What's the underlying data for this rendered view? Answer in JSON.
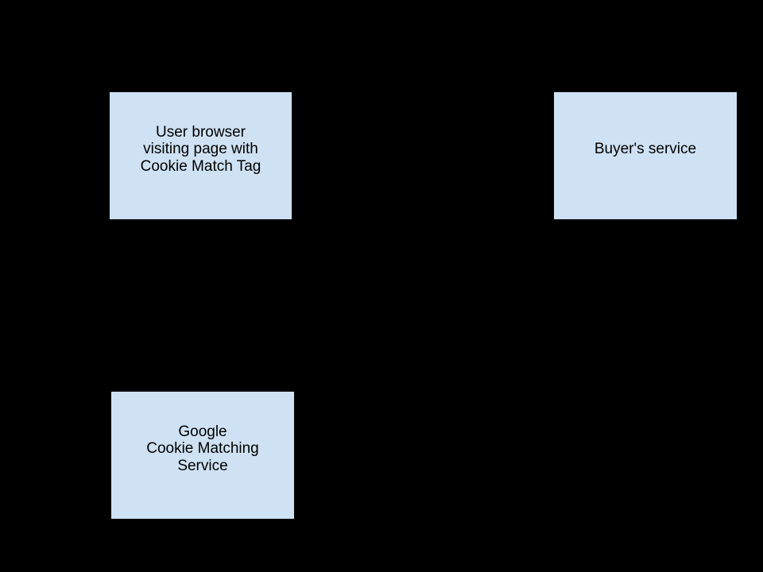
{
  "canvas": {
    "background_color": "#000000"
  },
  "node_style": {
    "fill_color": "#cfe2f3",
    "border_color": "#000000",
    "text_color": "#000000"
  },
  "diagram": {
    "nodes": [
      {
        "id": "user-browser",
        "lines": [
          "User browser",
          "visiting page with",
          "Cookie Match Tag"
        ]
      },
      {
        "id": "buyers-service",
        "lines": [
          "Buyer's service"
        ]
      },
      {
        "id": "google-cookie-matching-service",
        "lines": [
          "Google",
          "Cookie Matching",
          "Service"
        ]
      }
    ]
  }
}
